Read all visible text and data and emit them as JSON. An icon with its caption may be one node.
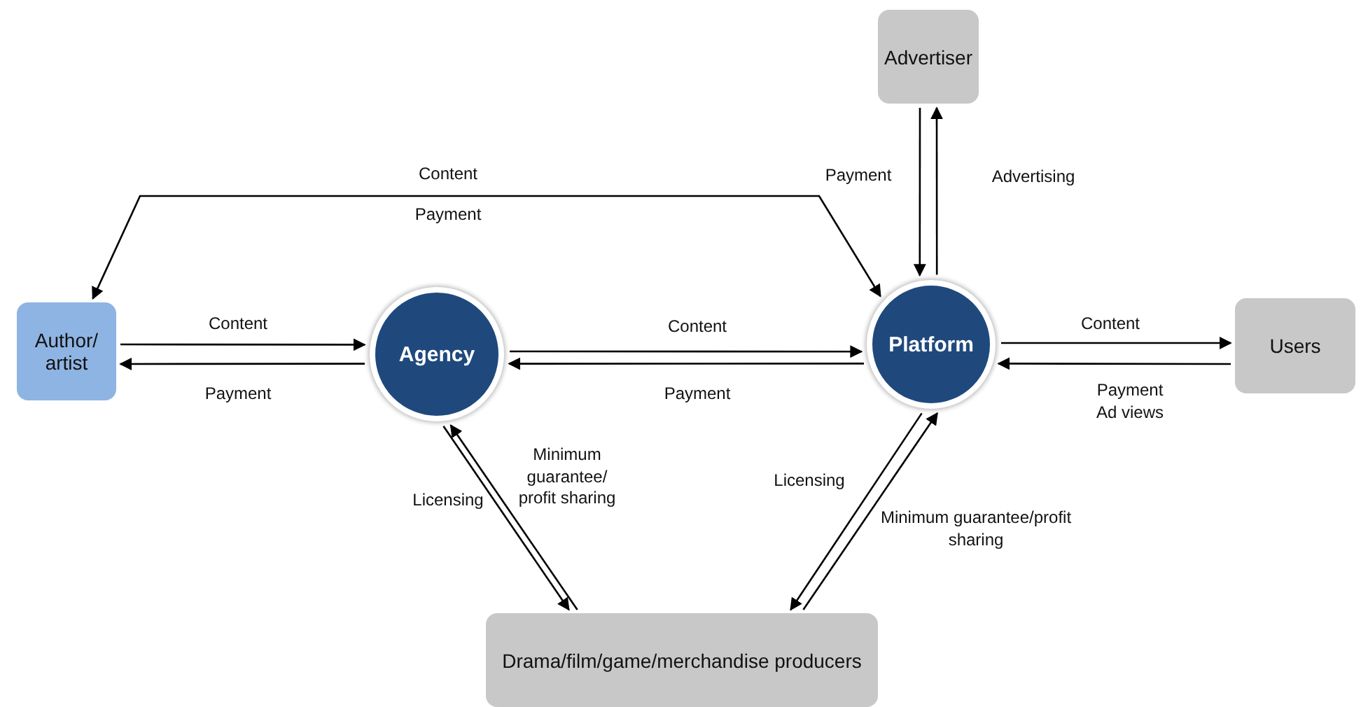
{
  "diagram": {
    "nodes": [
      {
        "text": [
          "Advertiser"
        ]
      },
      {
        "text": [
          "Author/ artist"
        ]
      },
      {
        "text": [
          "Agency"
        ]
      },
      {
        "text": [
          "Platform"
        ]
      },
      {
        "text": [
          "Users"
        ]
      },
      {
        "text": [
          "Drama/film/game/merchandise producers"
        ]
      }
    ],
    "edges": [
      {
        "from": 0,
        "to": 3,
        "arrow": "to",
        "label": "Payment"
      },
      {
        "from": 3,
        "to": 0,
        "arrow": "to",
        "label": "Advertising"
      },
      {
        "from": 1,
        "to": 3,
        "arrow": "both",
        "label": "Content"
      },
      {
        "from": 1,
        "to": 2,
        "arrow": "to",
        "label": "Content"
      },
      {
        "from": 2,
        "to": 1,
        "arrow": "to",
        "label": "Payment"
      },
      {
        "from": 2,
        "to": 3,
        "arrow": "to",
        "label": "Content"
      },
      {
        "from": 3,
        "to": 2,
        "arrow": "to",
        "label": "Payment"
      },
      {
        "from": 3,
        "to": 4,
        "arrow": "to",
        "label": "Content"
      },
      {
        "from": 4,
        "to": 3,
        "arrow": "to",
        "label": "Payment Ad views"
      },
      {
        "from": 2,
        "to": 5,
        "arrow": "to",
        "label": "Licensing"
      },
      {
        "from": 5,
        "to": 2,
        "arrow": "to",
        "label": "Minimum guarantee/ profit sharing"
      },
      {
        "from": 3,
        "to": 5,
        "arrow": "to",
        "label": "Licensing"
      },
      {
        "from": 5,
        "to": 3,
        "arrow": "to",
        "label": "Minimum guarantee/profit sharing"
      }
    ],
    "labels": [
      "Payment"
    ]
  }
}
